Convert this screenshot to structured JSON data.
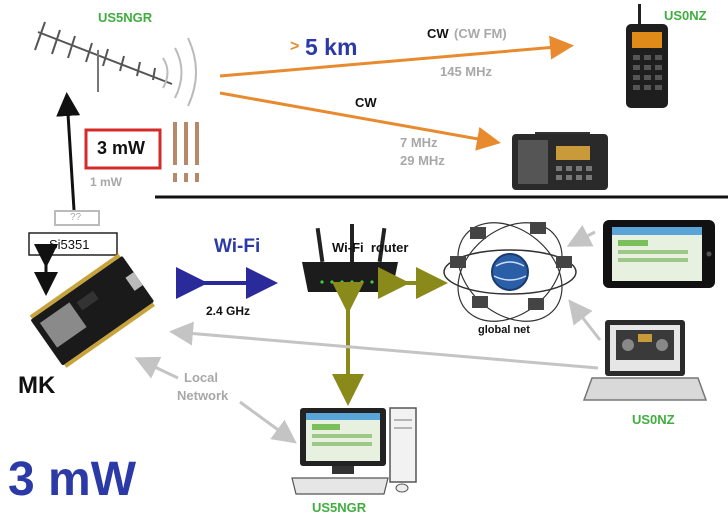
{
  "callsigns": {
    "top_left": "US5NGR",
    "top_right": "US0NZ",
    "laptop": "US0NZ",
    "desktop": "US5NGR"
  },
  "links": {
    "distance_prefix": ">",
    "distance": "5 km",
    "cw_top": "CW",
    "cw_fm": "(CW FM)",
    "freq_top": "145 MHz",
    "cw_mid": "CW",
    "freq_mid_1": "7 MHz",
    "freq_mid_2": "29 MHz"
  },
  "transmitter": {
    "power_box": "3 mW",
    "power_small": "1 mW",
    "unknown_box": "??",
    "chip": "Si5351",
    "mcu": "MK"
  },
  "network": {
    "wifi": "Wi-Fi",
    "wifi_freq": "2.4 GHz",
    "router": "Wi-Fi  router",
    "global": "global net",
    "local_1": "Local",
    "local_2": "Network"
  },
  "footer": {
    "big_power": "3 mW"
  },
  "colors": {
    "orange": "#e88a2e",
    "blue_arrow": "#2a2a9a",
    "olive": "#8a8a1a",
    "gray_arrow": "#c0c0c0",
    "red_box": "#d42a2a"
  }
}
